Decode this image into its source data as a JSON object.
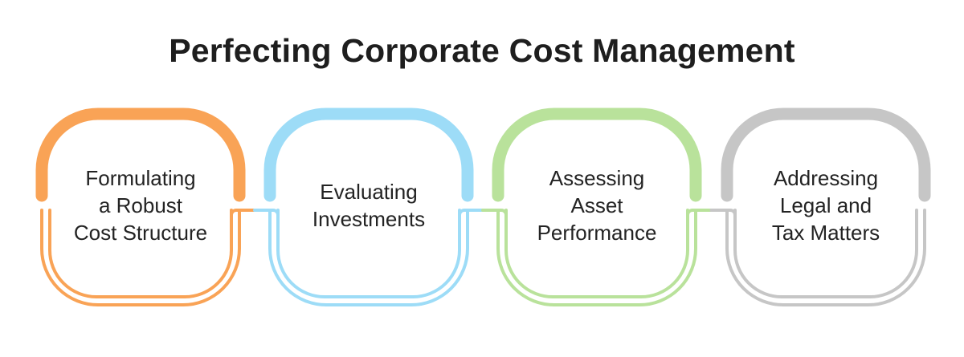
{
  "title": "Perfecting Corporate Cost Management",
  "steps": [
    {
      "lines": [
        "Formulating",
        "a Robust",
        "Cost Structure"
      ],
      "color": "#F9A356"
    },
    {
      "lines": [
        "Evaluating",
        "Investments"
      ],
      "color": "#9DDCF7"
    },
    {
      "lines": [
        "Assessing",
        "Asset",
        "Performance"
      ],
      "color": "#B9E29B"
    },
    {
      "lines": [
        "Addressing",
        "Legal and",
        "Tax Matters"
      ],
      "color": "#C6C6C6"
    }
  ]
}
